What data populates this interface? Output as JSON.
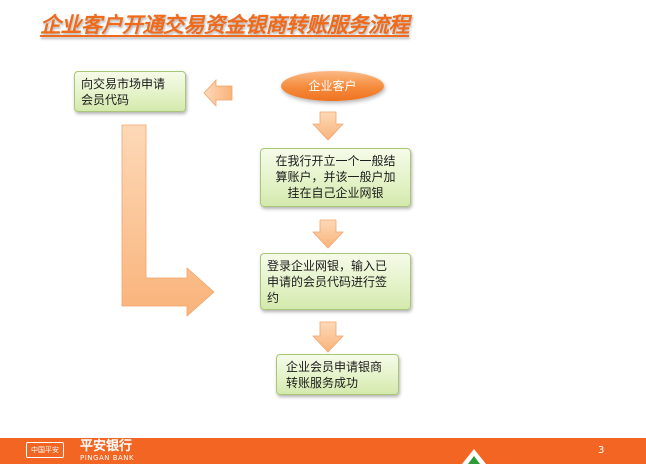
{
  "title": "企业客户开通交易资金银商转账服务流程",
  "nodes": {
    "start": "企业客户",
    "apply_member_code": [
      "向交易市场申请",
      "会员代码"
    ],
    "open_account": [
      "在我行开立一个一般结",
      "算账户，并该一般户加",
      "挂在自己企业网银"
    ],
    "login_ebank": [
      "登录企业网银，输入已",
      "申请的会员代码进行签",
      "约"
    ],
    "success": [
      "企业会员申请银商",
      "转账服务成功"
    ]
  },
  "footer": {
    "logo_text": "中国平安",
    "bank_name_cn": "平安银行",
    "bank_name_en": "PINGAN BANK",
    "page_number": "3"
  },
  "colors": {
    "title": "#f06a1c",
    "box_fill": "#e3f2c6",
    "box_border": "#a9c776",
    "arrow": "#fbbf8c",
    "oval": "#f58a3b",
    "footer": "#f26522"
  }
}
